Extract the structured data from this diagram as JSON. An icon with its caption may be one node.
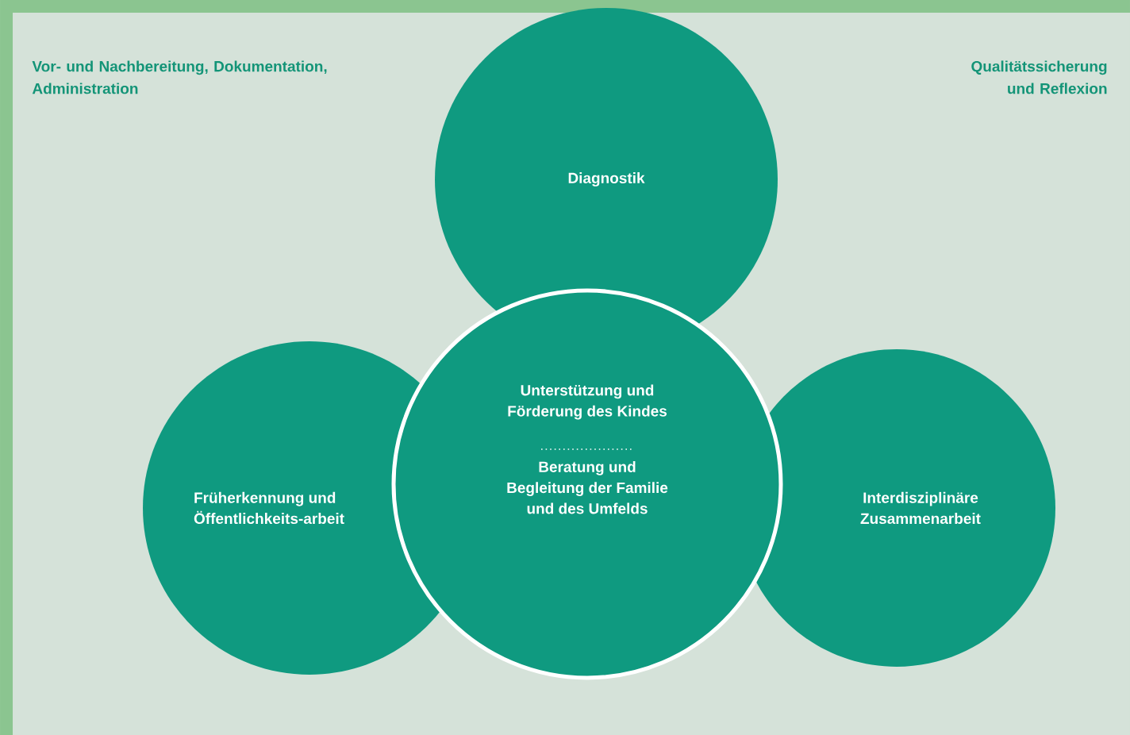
{
  "diagram": {
    "nodes": [
      {
        "text": [
          "Diagnostik"
        ]
      },
      {
        "text": [
          "Früherkennung und Öffentlichkeits-arbeit"
        ]
      },
      {
        "text": [
          "Unterstützung und Förderung des Kindes",
          "Beratung und Begleitung der Familie und des Umfelds"
        ]
      },
      {
        "text": [
          "Interdisziplinäre Zusammenarbeit"
        ]
      }
    ],
    "labels": [
      "Vor- und Nachbereitung, Dokumentation, Administration",
      "Qualitätssicherung und Reflexion"
    ]
  }
}
